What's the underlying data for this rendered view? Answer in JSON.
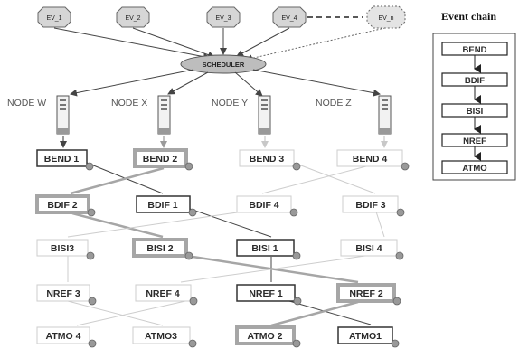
{
  "events": [
    "EV_1",
    "EV_2",
    "EV_3",
    "EV_4",
    "EV_n"
  ],
  "scheduler": "SCHEDULER",
  "nodes": [
    "NODE W",
    "NODE X",
    "NODE Y",
    "NODE Z"
  ],
  "chain": {
    "title": "Event chain",
    "items": [
      "BEND",
      "BDIF",
      "BISI",
      "NREF",
      "ATMO"
    ]
  },
  "grid": {
    "row1": [
      "BEND 1",
      "BEND 2",
      "BEND 3",
      "BEND 4"
    ],
    "row2": [
      "BDIF 2",
      "BDIF 1",
      "BDIF 4",
      "BDIF 3"
    ],
    "row3": [
      "BISI3",
      "BISI 2",
      "BISI 1",
      "BISI 4"
    ],
    "row4": [
      "NREF 3",
      "NREF 4",
      "NREF 1",
      "NREF 2"
    ],
    "row5": [
      "ATMO 4",
      "ATMO3",
      "ATMO 2",
      "ATMO1"
    ]
  },
  "colors": {
    "dark": "#333333",
    "mid": "#9a9a9a",
    "light": "#c8c8c8",
    "ev_fill": "#d6d6d6",
    "scheduler_fill": "#bdbdbd"
  }
}
